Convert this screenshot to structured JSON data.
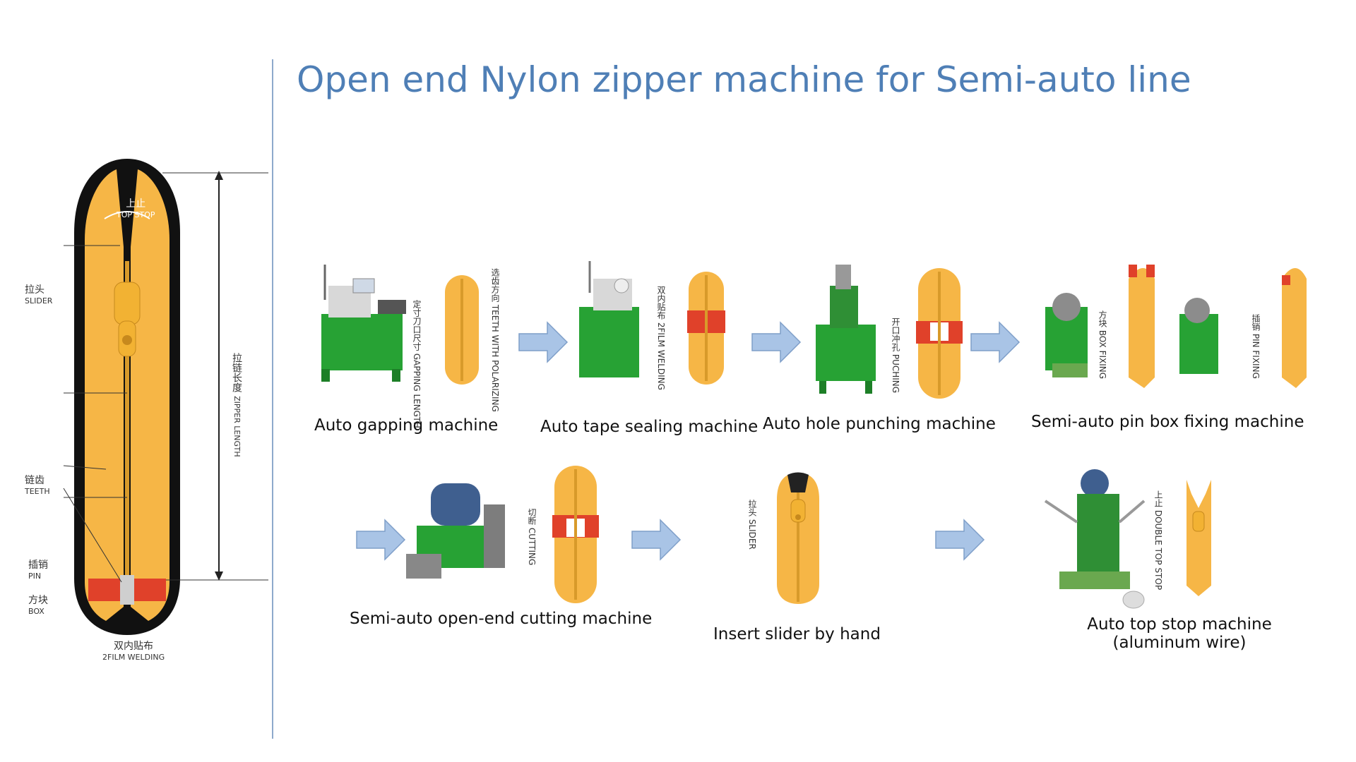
{
  "title": "Open end Nylon zipper machine for Semi-auto line",
  "diagram": {
    "labels": {
      "top_stop_cn": "上止",
      "top_stop_en": "TOP STOP",
      "slider_cn": "拉头",
      "slider_en": "SLIDER",
      "teeth_cn": "链齿",
      "teeth_en": "TEETH",
      "pin_cn": "插销",
      "pin_en": "PIN",
      "box_cn": "方块",
      "box_en": "BOX",
      "film_cn": "双内贴布",
      "film_en": "2FILM WELDING",
      "length_cn": "拉链长度",
      "length_en": "ZIPPER LENGTH"
    }
  },
  "steps": {
    "s1": {
      "caption": "Auto gapping machine",
      "tag1_cn": "定寸刀口尺寸",
      "tag1_en": "GAPPING LENGTH",
      "tag2_cn": "选齿方向",
      "tag2_en": "TEETH WITH POLARIZING"
    },
    "s2": {
      "caption": "Auto tape sealing machine",
      "tag_cn": "双内贴布",
      "tag_en": "2FILM WELDING"
    },
    "s3": {
      "caption": "Auto hole punching machine",
      "tag_cn": "开口冲孔",
      "tag_en": "PUCHING"
    },
    "s4": {
      "caption": "Semi-auto pin box fixing machine",
      "tag1_cn": "方块",
      "tag1_en": "BOX FIXING",
      "tag2_cn": "插销",
      "tag2_en": "PIN FIXING"
    },
    "s5": {
      "caption": "Semi-auto open-end cutting machine",
      "tag_cn": "切断",
      "tag_en": "CUTTING"
    },
    "s6": {
      "caption": "Insert slider by hand",
      "tag_cn": "拉头",
      "tag_en": "SLIDER"
    },
    "s7": {
      "caption_line1": "Auto top stop machine",
      "caption_line2": "(aluminum wire)",
      "tag_cn": "上止",
      "tag_en": "DOUBLE TOP STOP"
    }
  },
  "colors": {
    "title": "#4f7fb6",
    "arrow": "#a9c4e6",
    "arrow_stroke": "#7f9fc9",
    "zipper": "#f6b646",
    "machine_green": "#27a234",
    "film_red": "#e0412a"
  }
}
